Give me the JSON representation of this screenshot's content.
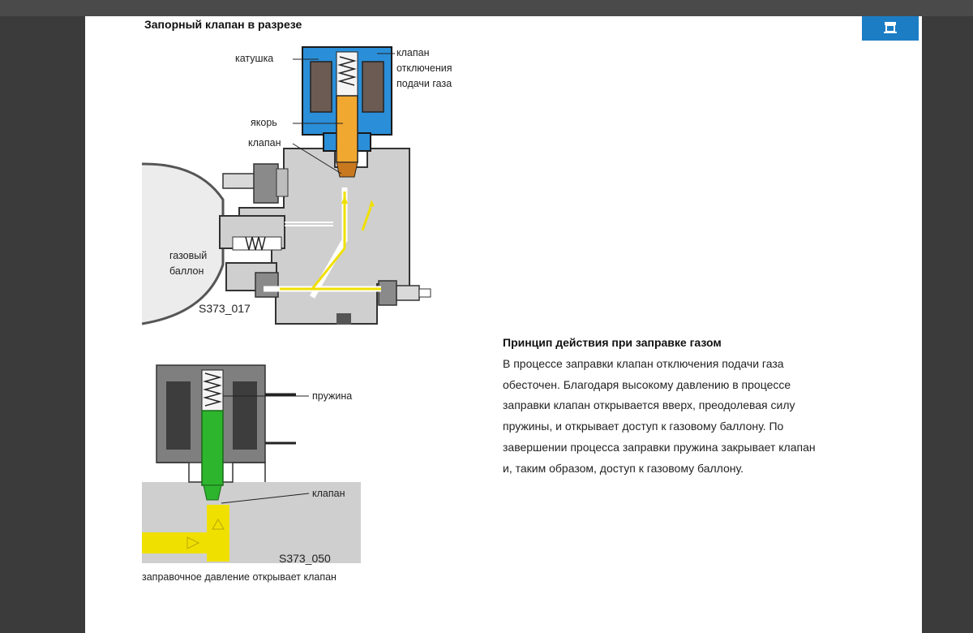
{
  "document": {
    "heading": "Запорный клапан в разрезе",
    "figure1": {
      "labels": {
        "coil": "катушка",
        "armature": "якорь",
        "valve": "клапан",
        "shutoff_valve_line1": "клапан",
        "shutoff_valve_line2": "отключения",
        "shutoff_valve_line3": "подачи газа",
        "cylinder_line1": "газовый",
        "cylinder_line2": "баллон"
      },
      "code": "S373_017"
    },
    "figure2": {
      "labels": {
        "spring": "пружина",
        "valve": "клапан"
      },
      "code": "S373_050",
      "caption": "заправочное давление открывает клапан"
    },
    "section": {
      "title": "Принцип действия при заправке газом",
      "body": "В процессе заправки клапан отключения подачи газа обесточен. Благодаря высокому давлению в процессе заправки клапан открывается вверх, преодолевая силу пружины, и открывает доступ к газовому баллону. По завершении процесса заправки пружина закрывает клапан и, таким образом, доступ к газовому баллону."
    },
    "corner_icon": "brand-logo-icon",
    "colors": {
      "coil_blue": "#2a8fd8",
      "armature_orange": "#f0a830",
      "gas_yellow": "#f0e000",
      "valve_green": "#2db52d",
      "body_gray": "#cfcfcf",
      "housing_dark": "#7f7f7f"
    }
  }
}
